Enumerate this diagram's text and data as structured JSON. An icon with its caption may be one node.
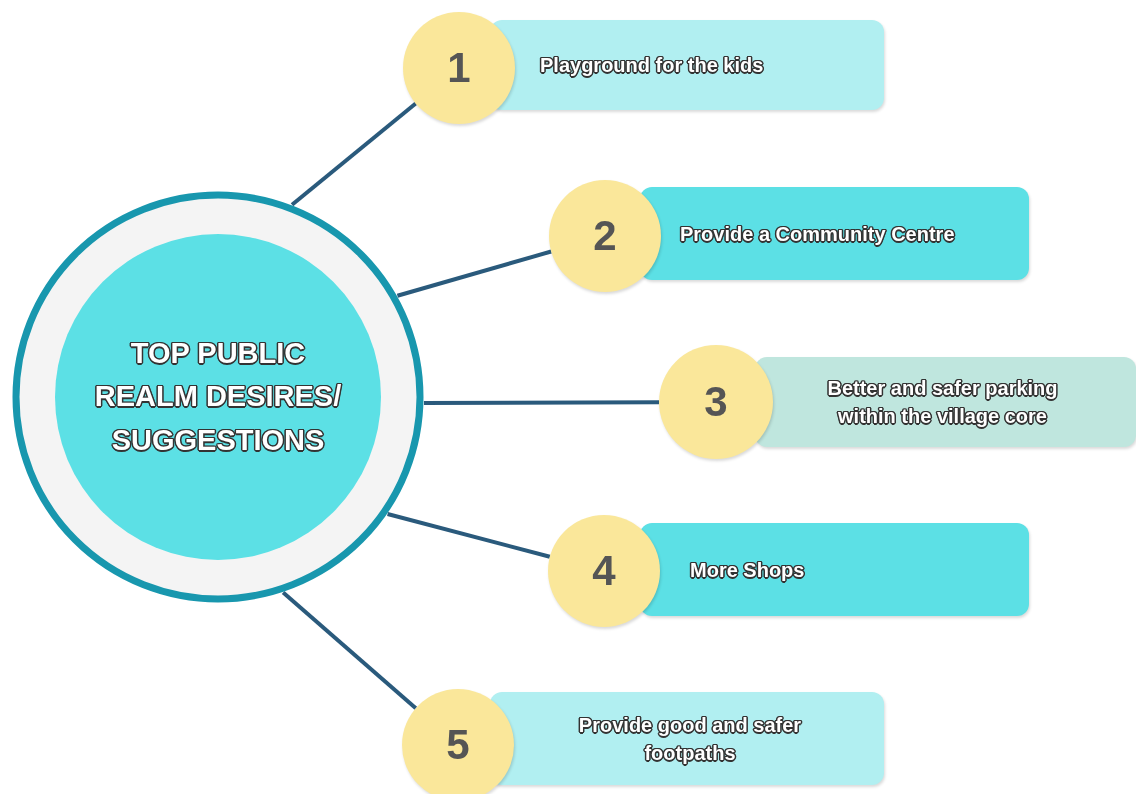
{
  "diagram": {
    "nodes": [
      {
        "text": [
          "TOP PUBLIC REALM DESIRES/ SUGGESTIONS"
        ]
      },
      {
        "text": [
          "1"
        ]
      },
      {
        "text": [
          "Playground for the kids"
        ]
      },
      {
        "text": [
          "2"
        ]
      },
      {
        "text": [
          "Provide a Community Centre"
        ]
      },
      {
        "text": [
          "3"
        ]
      },
      {
        "text": [
          "Better and safer parking within the village core"
        ]
      },
      {
        "text": [
          "4"
        ]
      },
      {
        "text": [
          "More Shops"
        ]
      },
      {
        "text": [
          "5"
        ]
      },
      {
        "text": [
          "Provide good and safer footpaths"
        ]
      }
    ],
    "edges": [
      {
        "from": 0,
        "to": 1,
        "arrow": "none"
      },
      {
        "from": 0,
        "to": 3,
        "arrow": "none"
      },
      {
        "from": 0,
        "to": 5,
        "arrow": "none"
      },
      {
        "from": 0,
        "to": 7,
        "arrow": "none"
      },
      {
        "from": 0,
        "to": 9,
        "arrow": "none"
      }
    ]
  }
}
